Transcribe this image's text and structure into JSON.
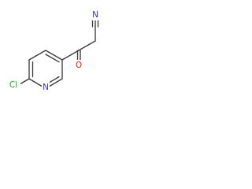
{
  "molecule": {
    "atoms": {
      "cl": {
        "symbol": "Cl",
        "color": "#21a321"
      },
      "n_ring": {
        "symbol": "N",
        "color": "#2f2fd9"
      },
      "o": {
        "symbol": "O",
        "color": "#e01b1b"
      },
      "n_nitrile": {
        "symbol": "N",
        "color": "#2f2fd9"
      }
    },
    "bond_color": "#3a3a3a"
  }
}
